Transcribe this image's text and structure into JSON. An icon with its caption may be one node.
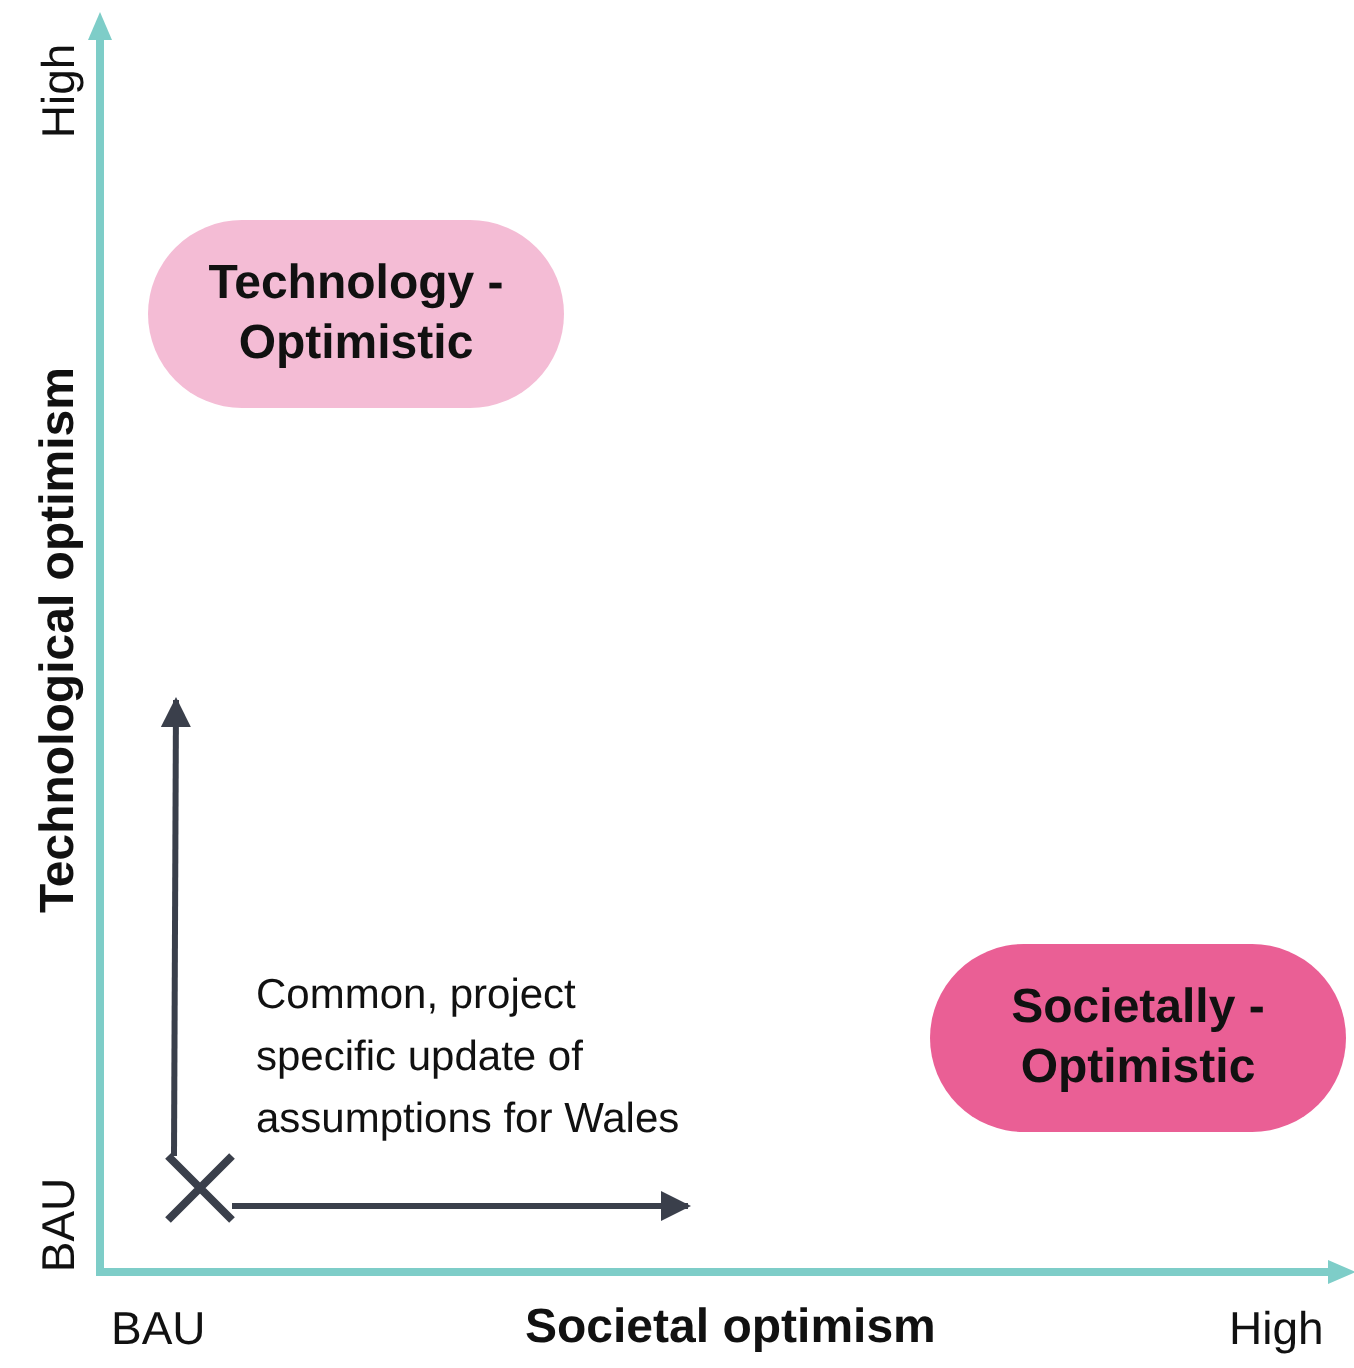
{
  "diagram": {
    "nodes": [
      {
        "text": [
          "Technology -Optimistic"
        ]
      },
      {
        "text": [
          "Societally - Optimistic"
        ]
      },
      {
        "text": [],
        "shape": "cross"
      }
    ],
    "edges": [
      {
        "from": 2,
        "to": null,
        "arrow": "to"
      },
      {
        "from": 2,
        "to": null,
        "arrow": "to"
      }
    ],
    "labels": [
      "High",
      "Technological optimism",
      "Common, project specific update of assumptions for Wales",
      "BAU",
      "BAU",
      "Societal optimism",
      "High"
    ]
  }
}
